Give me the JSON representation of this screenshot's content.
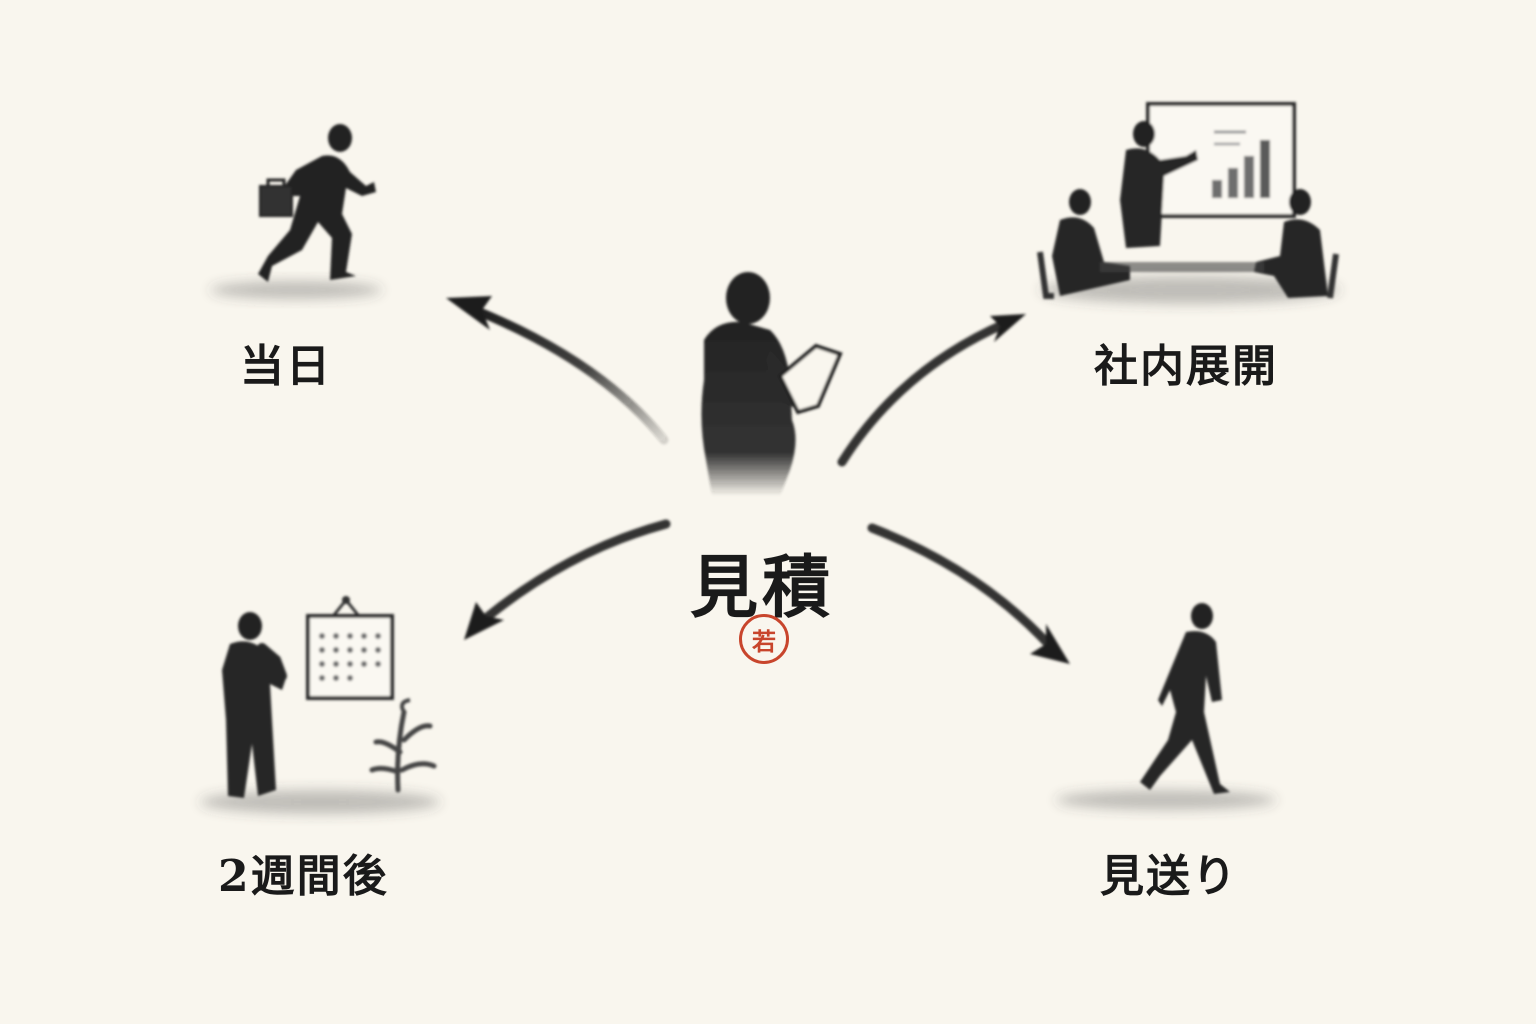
{
  "center": {
    "label": "見積",
    "seal_text": "若"
  },
  "branches": [
    {
      "id": "same-day",
      "label": "当日"
    },
    {
      "id": "internal-rollout",
      "label": "社内展開"
    },
    {
      "id": "two-weeks-later",
      "label": "2週間後"
    },
    {
      "id": "pass",
      "label": "見送り"
    }
  ],
  "colors": {
    "ink": "#1d1d1d",
    "paper": "#f9f6ee",
    "seal": "#c8452c",
    "chart_gray": "#6e6e6e"
  }
}
